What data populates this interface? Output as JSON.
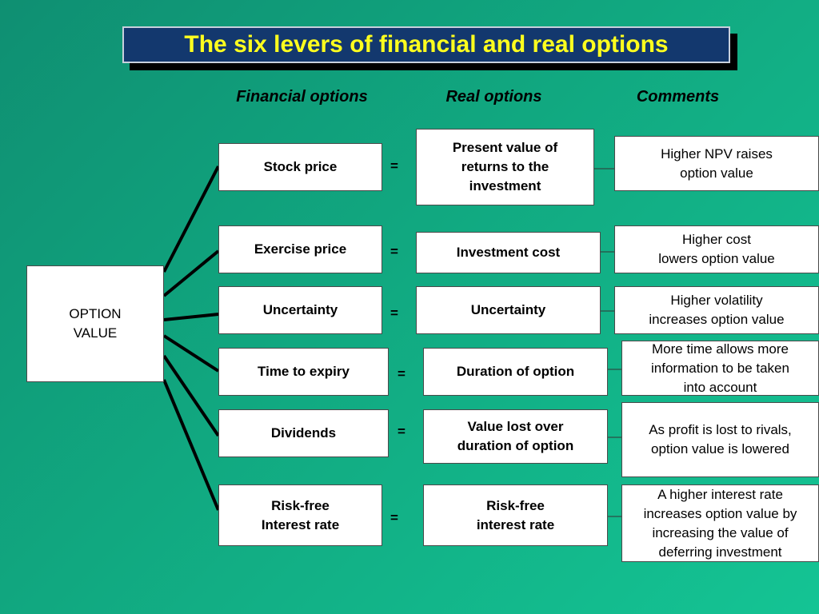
{
  "title": "The six levers of financial and real options",
  "headers": {
    "financial": "Financial options",
    "real": "Real options",
    "comments": "Comments"
  },
  "root": "OPTION\nVALUE",
  "equals": "=",
  "rows": [
    {
      "financial": "Stock price",
      "real": "Present value of\nreturns to the\ninvestment",
      "comment": "Higher NPV raises\noption value"
    },
    {
      "financial": "Exercise price",
      "real": "Investment cost",
      "comment": "Higher cost\nlowers option value"
    },
    {
      "financial": "Uncertainty",
      "real": "Uncertainty",
      "comment": "Higher volatility\nincreases option value"
    },
    {
      "financial": "Time to expiry",
      "real": "Duration of option",
      "comment": "More time allows more\ninformation to be taken\ninto account"
    },
    {
      "financial": "Dividends",
      "real": "Value lost over\nduration of option",
      "comment": "As profit is lost to rivals,\noption value is lowered"
    },
    {
      "financial": "Risk-free\nInterest rate",
      "real": "Risk-free\ninterest rate",
      "comment": "A higher interest rate\nincreases option value by\nincreasing the value of\ndeferring investment"
    }
  ],
  "colors": {
    "background": "#11a880",
    "title_bg": "#13386e",
    "title_text": "#ffff1e",
    "line": "#000000"
  }
}
